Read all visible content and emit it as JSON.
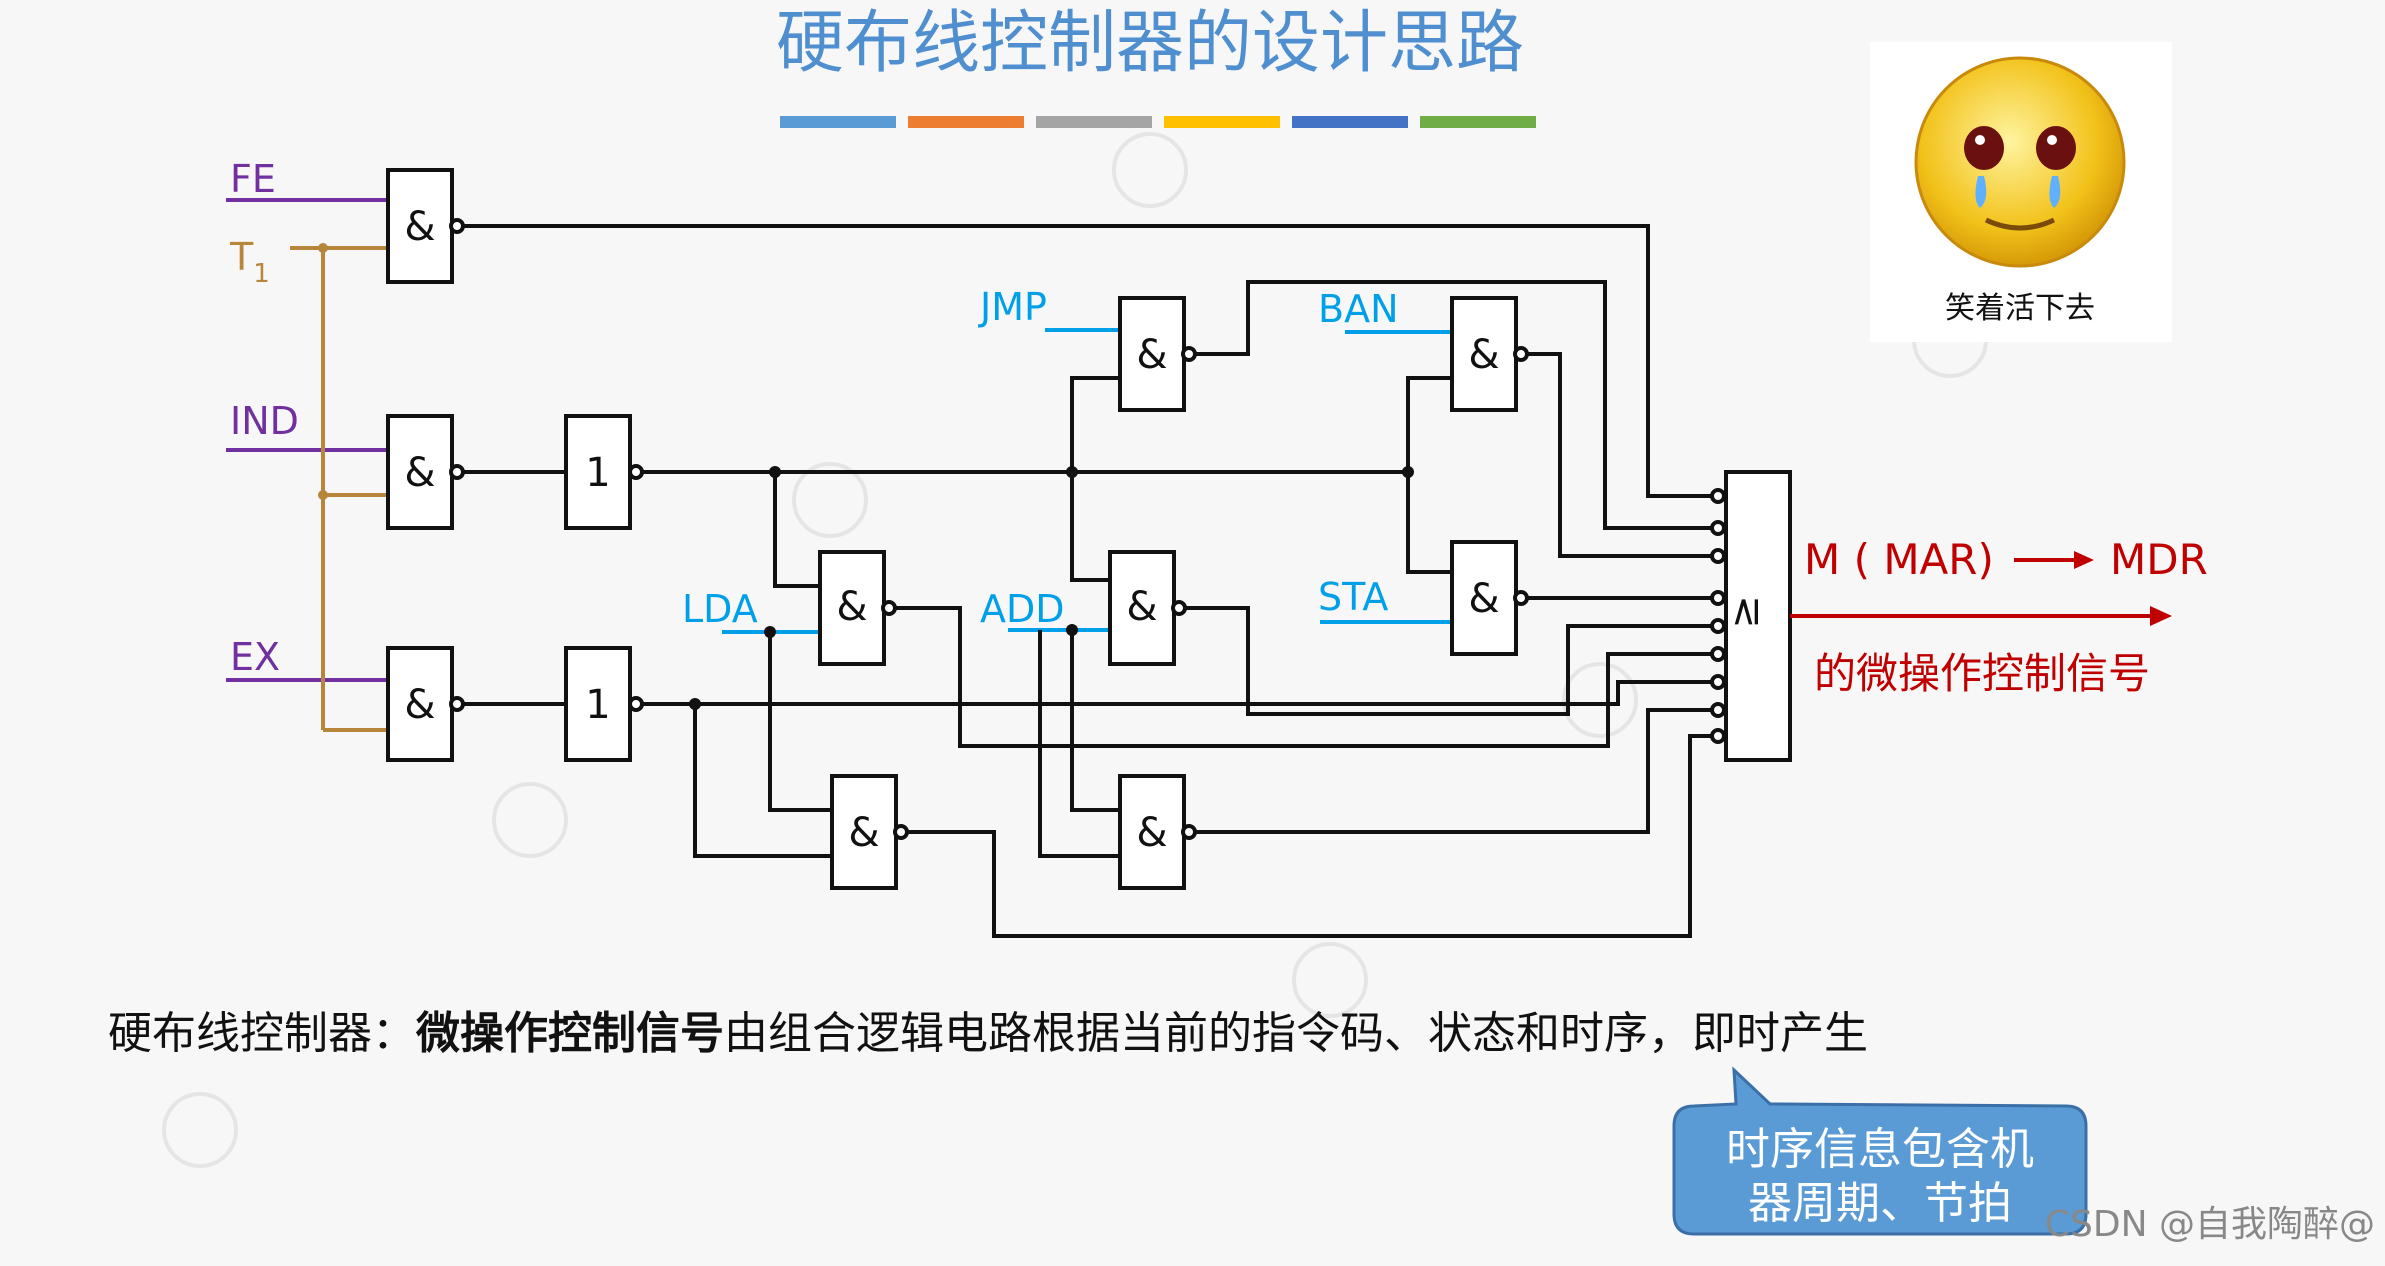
{
  "title": "硬布线控制器的设计思路",
  "title_bar_colors": [
    "#5b9bd5",
    "#ed7d31",
    "#a5a5a5",
    "#ffc000",
    "#4472c4",
    "#70ad47"
  ],
  "inputs": {
    "fe": "FE",
    "t1_main": "T",
    "t1_sub": "1",
    "ind": "IND",
    "ex": "EX",
    "jmp": "JMP",
    "ban": "BAN",
    "lda": "LDA",
    "add": "ADD",
    "sta": "STA"
  },
  "gate_symbols": {
    "and": "&",
    "or": "1",
    "or_big": "≥"
  },
  "output": {
    "signal": "M ( MAR)",
    "target": "MDR",
    "caption": "的微操作控制信号"
  },
  "meme_caption": "笑着活下去",
  "description": {
    "prefix": "硬布线控制器：",
    "bold": "微操作控制信号",
    "rest": "由组合逻辑电路根据当前的指令码、状态和时序，即时产生"
  },
  "callout": {
    "line1": "时序信息包含机",
    "line2": "器周期、节拍"
  },
  "watermark": "CSDN @自我陶醉@",
  "colors": {
    "title": "#4f8fd0",
    "purple_wire": "#7030a0",
    "brown_wire": "#b8863b",
    "blue_label": "#00a0e9",
    "red": "#c00000",
    "callout_fill": "#5b9bd5"
  }
}
